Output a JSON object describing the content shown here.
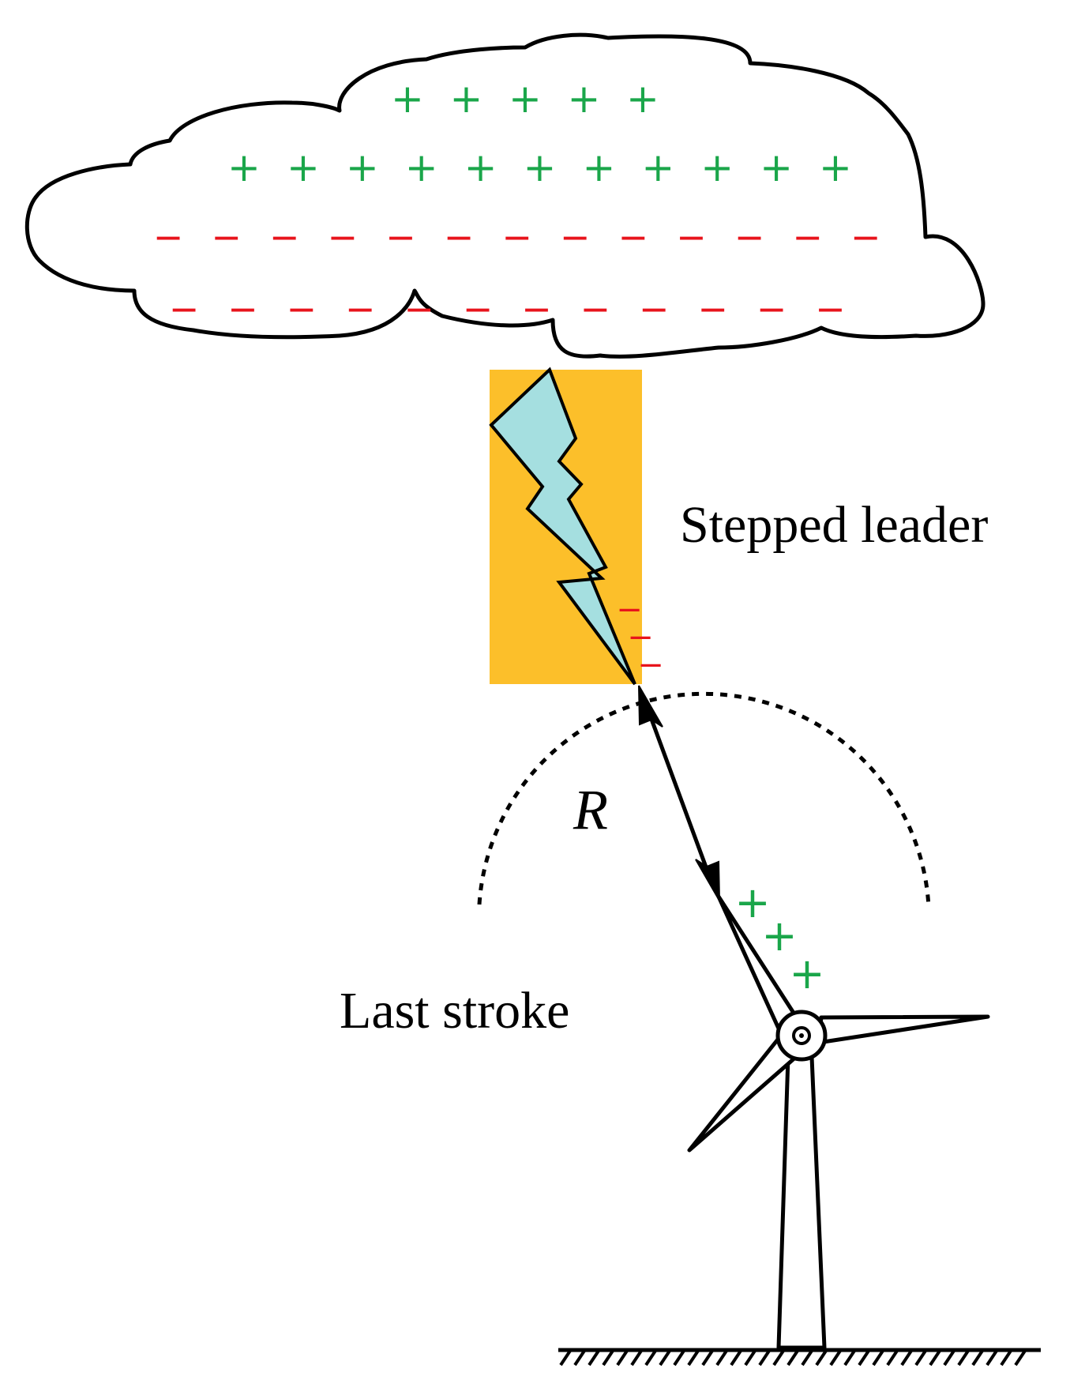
{
  "diagram": {
    "labels": {
      "stepped_leader": "Stepped leader",
      "last_stroke": "Last stroke",
      "distance": "R"
    },
    "cloud": {
      "upper_positive_row": [
        "+",
        "+",
        "+",
        "+",
        "+"
      ],
      "middle_positive_row": [
        "+",
        "+",
        "+",
        "+",
        "+",
        "+",
        "+",
        "+",
        "+",
        "+",
        "+"
      ],
      "upper_negative_row": [
        "−",
        "−",
        "−",
        "−",
        "−",
        "−",
        "−",
        "−",
        "−",
        "−",
        "−",
        "−",
        "−"
      ],
      "lower_negative_row": [
        "−",
        "−",
        "−",
        "−",
        "−",
        "−",
        "−",
        "−",
        "−",
        "−",
        "−",
        "−"
      ]
    },
    "leader_tip_charges": [
      "−",
      "−",
      "−"
    ],
    "blade_tip_charges": [
      "+",
      "+",
      "+"
    ],
    "colors": {
      "positive_charge": "#1aa64a",
      "negative_charge": "#e8141c",
      "leader_box": "#fcbf2a",
      "lightning_bolt": "#a5dfe0",
      "outline": "#000000",
      "background": "#ffffff"
    },
    "icons": [
      "thundercloud",
      "lightning-bolt",
      "wind-turbine",
      "ground-hatch"
    ]
  }
}
